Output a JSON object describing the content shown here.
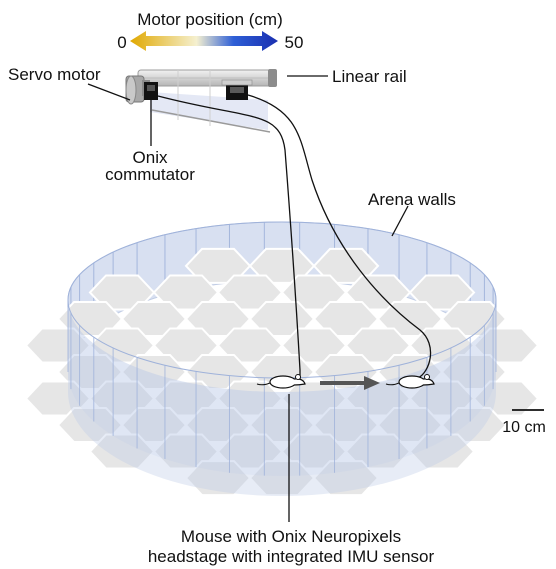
{
  "motor_bar": {
    "title": "Motor position (cm)",
    "min_label": "0",
    "max_label": "50",
    "gradient": [
      "#e0a800",
      "#f5f0d0",
      "#2e5fd6",
      "#1a2fb0"
    ]
  },
  "labels": {
    "servo_motor": "Servo motor",
    "linear_rail": "Linear rail",
    "commutator_line1": "Onix",
    "commutator_line2": "commutator",
    "arena_walls": "Arena walls",
    "scale_bar": "10 cm",
    "mouse_line1": "Mouse with Onix Neuropixels",
    "mouse_line2": "headstage with integrated IMU sensor"
  },
  "colors": {
    "wall_fill": "#b9c8e6",
    "floor_tile": "#e6e6e6",
    "tile_stroke": "#ffffff",
    "arrow": "#555555"
  }
}
